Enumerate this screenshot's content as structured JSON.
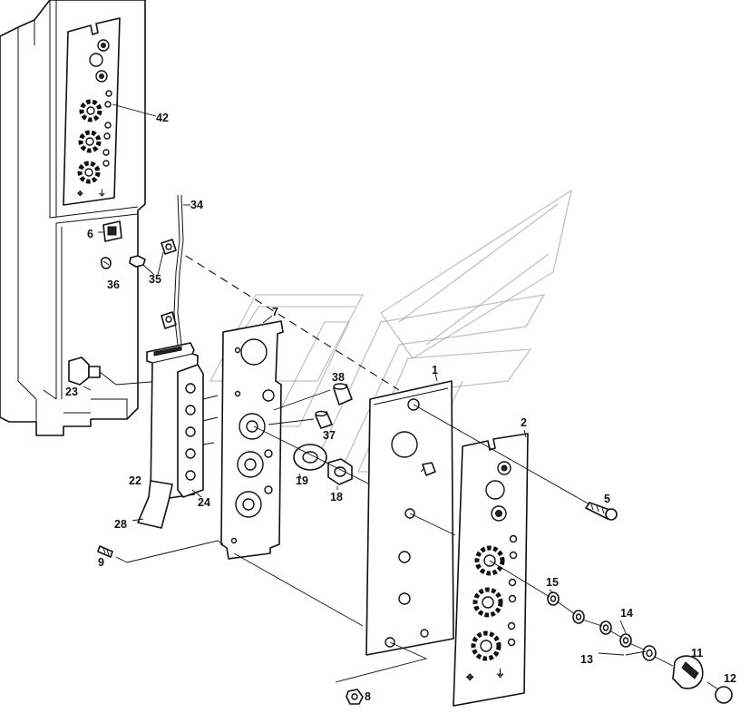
{
  "callouts": {
    "n1": "1",
    "n2": "2",
    "n5": "5",
    "n6": "6",
    "n7": "7",
    "n8": "8",
    "n9": "9",
    "n11": "11",
    "n12": "12",
    "n13": "13",
    "n14": "14",
    "n15": "15",
    "n18": "18",
    "n19": "19",
    "n22": "22",
    "n23": "23",
    "n24": "24",
    "n28": "28",
    "n34": "34",
    "n35": "35",
    "n36": "36",
    "n37": "37",
    "n38": "38",
    "n42": "42"
  },
  "icons": [
    "fan-symbol-icon",
    "ground-symbol-icon",
    "knob-icon",
    "screw-icon",
    "nut-icon",
    "washer-icon"
  ]
}
